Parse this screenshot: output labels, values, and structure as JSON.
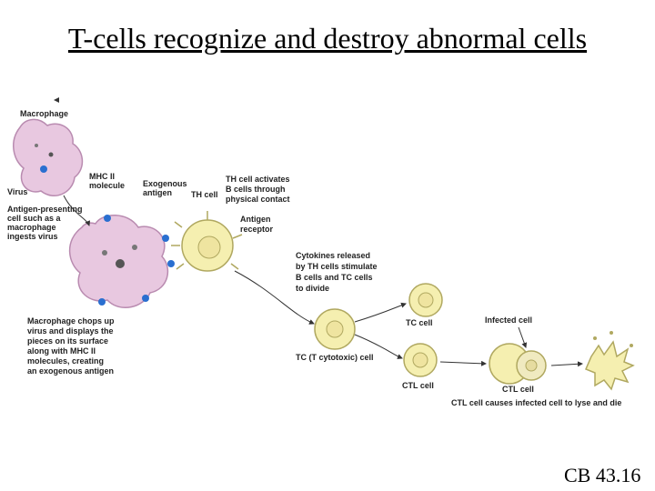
{
  "title": "T-cells recognize and destroy abnormal cells",
  "footer": "CB 43.16",
  "labels": {
    "macrophage": "Macrophage",
    "virus": "Virus",
    "apc": [
      "Antigen-presenting",
      "cell such as a",
      "macrophage",
      "ingests virus"
    ],
    "mhc": [
      "MHC II",
      "molecule"
    ],
    "exo": [
      "Exogenous",
      "antigen"
    ],
    "th_cell": "TH cell",
    "th_act": [
      "TH cell activates",
      "B cells through",
      "physical contact"
    ],
    "receptor": [
      "Antigen",
      "receptor"
    ],
    "cytokines": [
      "Cytokines released",
      "by TH cells stimulate",
      "B cells and TC cells",
      "to divide"
    ],
    "chops": [
      "Macrophage chops up",
      "virus and displays the",
      "pieces on its surface",
      "along with MHC II",
      "molecules, creating",
      "an exogenous antigen"
    ],
    "tc_cell": "TC cell",
    "tc_cyto": "TC (T cytotoxic) cell",
    "ctl_cell": "CTL cell",
    "ctl_cell2": "CTL cell",
    "infected": "Infected cell",
    "lyse": "CTL cell causes infected cell to lyse and die"
  },
  "colors": {
    "macrophage": "#e8c8e0",
    "macrophage_edge": "#b98bb0",
    "tcell": "#f5efb0",
    "tcell_edge": "#b0a860",
    "mhc": "#2a6fd0",
    "arrow": "#333333"
  }
}
